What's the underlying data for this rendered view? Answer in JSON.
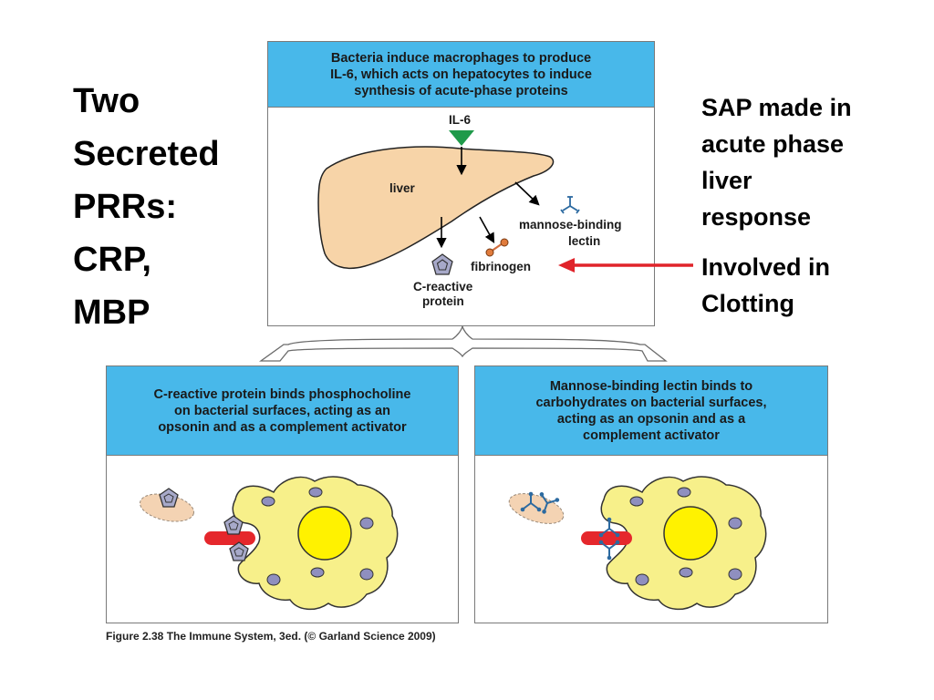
{
  "title_lines": [
    "Two",
    "Secreted",
    "PRRs:",
    "CRP,",
    "MBP"
  ],
  "side_note_sap_lines": [
    "SAP made in",
    "acute phase",
    "liver",
    "response"
  ],
  "side_note_clotting_lines": [
    "Involved in",
    "Clotting"
  ],
  "top_panel": {
    "header_lines": [
      "Bacteria induce macrophages to produce",
      "IL-6, which acts on hepatocytes to induce",
      "synthesis of acute-phase proteins"
    ],
    "labels": {
      "il6": "IL-6",
      "liver": "liver",
      "mbl_line1": "mannose-binding",
      "mbl_line2": "lectin",
      "fibrinogen": "fibrinogen",
      "crp_line1": "C-reactive",
      "crp_line2": "protein"
    }
  },
  "left_panel": {
    "header_lines": [
      "C-reactive protein binds phosphocholine",
      "on bacterial surfaces, acting as an",
      "opsonin and as a complement activator"
    ]
  },
  "right_panel": {
    "header_lines": [
      "Mannose-binding lectin binds to",
      "carbohydrates on bacterial surfaces,",
      "acting as an opsonin and as a",
      "complement activator"
    ]
  },
  "caption": "Figure 2.38 The Immune System, 3ed. (© Garland Science 2009)",
  "colors": {
    "header_blue": "#48b8ea",
    "liver": "#f7d4a8",
    "macrophage": "#f7f08a",
    "nucleus": "#fff200",
    "granule": "#8f8fbf",
    "bacterium": "#e5272c",
    "clotting_arrow": "#e0232a",
    "il6_triangle": "#1f9a4a"
  }
}
